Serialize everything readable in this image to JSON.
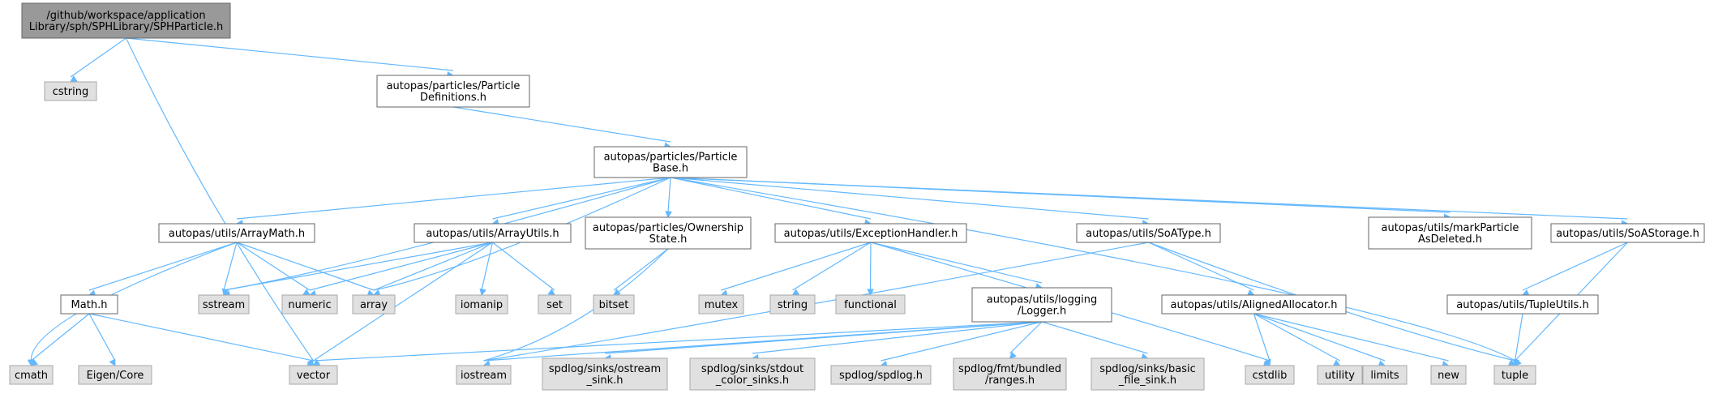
{
  "colors": {
    "edge": "#63b8ff",
    "root_fill": "#999999",
    "internal_fill": "#ffffff",
    "external_fill": "#e0e0e0",
    "border": "#666666"
  },
  "nodes": {
    "root": [
      "/github/workspace/application",
      "Library/sph/SPHLibrary/SPHParticle.h"
    ],
    "cstring": [
      "cstring"
    ],
    "particle_definitions": [
      "autopas/particles/Particle",
      "Definitions.h"
    ],
    "particle_base": [
      "autopas/particles/Particle",
      "Base.h"
    ],
    "array_math": [
      "autopas/utils/ArrayMath.h"
    ],
    "array_utils": [
      "autopas/utils/ArrayUtils.h"
    ],
    "ownership_state": [
      "autopas/particles/Ownership",
      "State.h"
    ],
    "exception_handler": [
      "autopas/utils/ExceptionHandler.h"
    ],
    "soa_type": [
      "autopas/utils/SoAType.h"
    ],
    "mark_particle": [
      "autopas/utils/markParticle",
      "AsDeleted.h"
    ],
    "soa_storage": [
      "autopas/utils/SoAStorage.h"
    ],
    "math_h": [
      "Math.h"
    ],
    "sstream": [
      "sstream"
    ],
    "numeric": [
      "numeric"
    ],
    "array": [
      "array"
    ],
    "iomanip": [
      "iomanip"
    ],
    "set": [
      "set"
    ],
    "bitset": [
      "bitset"
    ],
    "mutex": [
      "mutex"
    ],
    "string": [
      "string"
    ],
    "functional": [
      "functional"
    ],
    "logger": [
      "autopas/utils/logging",
      "/Logger.h"
    ],
    "aligned_allocator": [
      "autopas/utils/AlignedAllocator.h"
    ],
    "tuple_utils": [
      "autopas/utils/TupleUtils.h"
    ],
    "cmath": [
      "cmath"
    ],
    "eigen_core": [
      "Eigen/Core"
    ],
    "vector": [
      "vector"
    ],
    "iostream": [
      "iostream"
    ],
    "ostream_sink": [
      "spdlog/sinks/ostream",
      "_sink.h"
    ],
    "stdout_color_sinks": [
      "spdlog/sinks/stdout",
      "_color_sinks.h"
    ],
    "spdlog": [
      "spdlog/spdlog.h"
    ],
    "fmt_ranges": [
      "spdlog/fmt/bundled",
      "/ranges.h"
    ],
    "basic_file_sink": [
      "spdlog/sinks/basic",
      "_file_sink.h"
    ],
    "cstdlib": [
      "cstdlib"
    ],
    "utility": [
      "utility"
    ],
    "limits": [
      "limits"
    ],
    "new": [
      "new"
    ],
    "tuple": [
      "tuple"
    ]
  }
}
